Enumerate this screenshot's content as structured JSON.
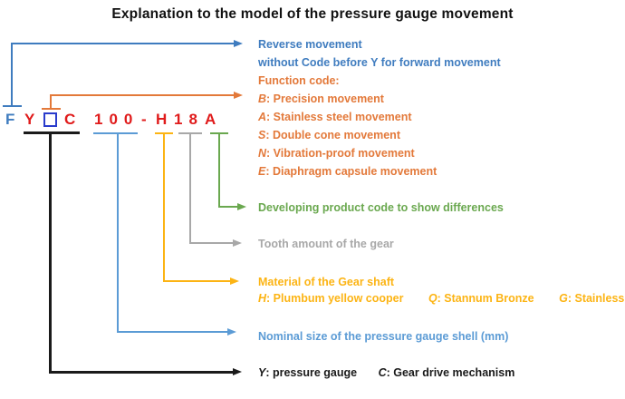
{
  "title": "Explanation to the model of the pressure gauge movement",
  "model_code": {
    "reverse_prefix": "F",
    "gauge_letter": "Y",
    "mechanism_letter": "C",
    "nominal_size": "100",
    "dash": "-",
    "shaft_material": "H",
    "tooth_amount": "18",
    "developing_code": "A"
  },
  "annotations": {
    "reverse": {
      "line1": "Reverse movement",
      "line2": "without Code before Y for forward movement"
    },
    "function": {
      "header": "Function code:",
      "items": [
        {
          "code": "B",
          "text": ": Precision movement"
        },
        {
          "code": "A",
          "text": ": Stainless steel movement"
        },
        {
          "code": "S",
          "text": ": Double cone movement"
        },
        {
          "code": "N",
          "text": ": Vibration-proof movement"
        },
        {
          "code": "E",
          "text": ": Diaphragm capsule movement"
        }
      ]
    },
    "developing": "Developing product code to show differences",
    "tooth": "Tooth amount of the gear",
    "material": {
      "header": "Material of the Gear shaft",
      "items": [
        {
          "code": "H",
          "text": ": Plumbum yellow cooper"
        },
        {
          "code": "Q",
          "text": ": Stannum Bronze"
        },
        {
          "code": "G",
          "text": ": Stainless steel"
        }
      ]
    },
    "nominal": "Nominal size of the pressure gauge shell (mm)",
    "bottom": {
      "items": [
        {
          "code": "Y",
          "text": ": pressure gauge"
        },
        {
          "code": "C",
          "text": ": Gear drive mechanism"
        }
      ]
    }
  },
  "colors": {
    "blue": "#3f7cbf",
    "light_blue": "#5b9bd5",
    "orange": "#e3793a",
    "red": "#e01b1b",
    "square_blue": "#2a3ccc",
    "green": "#6aa84f",
    "gray": "#a8a8a8",
    "yellow": "#fcb414",
    "black": "#1a1a1a"
  }
}
